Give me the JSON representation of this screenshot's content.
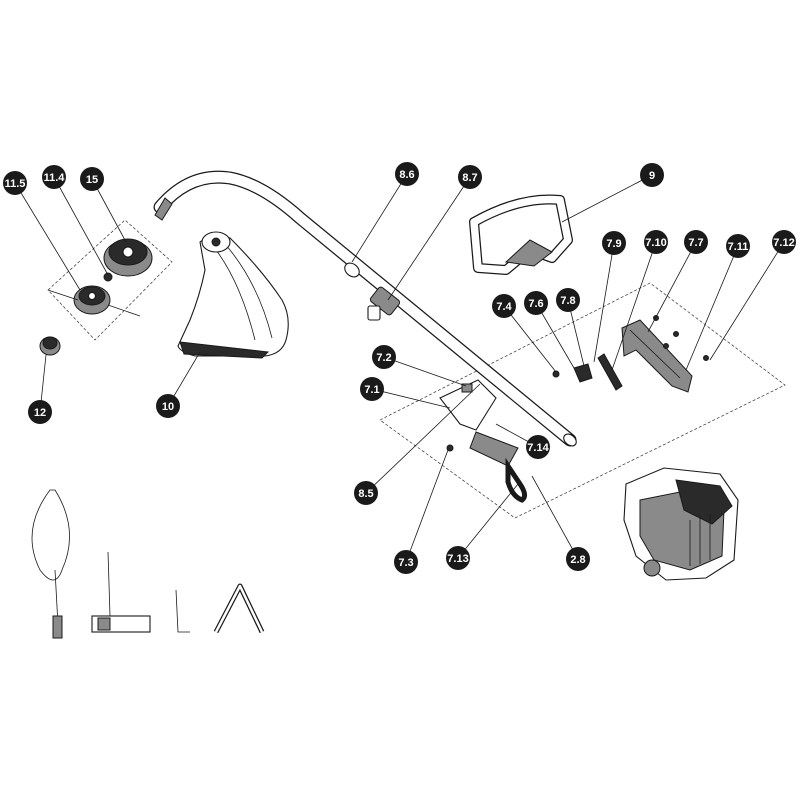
{
  "callouts": [
    {
      "id": "c-11-5",
      "label": "11.5"
    },
    {
      "id": "c-11-4",
      "label": "11.4"
    },
    {
      "id": "c-15",
      "label": "15"
    },
    {
      "id": "c-12",
      "label": "12"
    },
    {
      "id": "c-10",
      "label": "10"
    },
    {
      "id": "c-8-6",
      "label": "8.6"
    },
    {
      "id": "c-8-7",
      "label": "8.7"
    },
    {
      "id": "c-9",
      "label": "9"
    },
    {
      "id": "c-7-9",
      "label": "7.9"
    },
    {
      "id": "c-7-10",
      "label": "7.10"
    },
    {
      "id": "c-7-7",
      "label": "7.7"
    },
    {
      "id": "c-7-11",
      "label": "7.11"
    },
    {
      "id": "c-7-12",
      "label": "7.12"
    },
    {
      "id": "c-7-4",
      "label": "7.4"
    },
    {
      "id": "c-7-6",
      "label": "7.6"
    },
    {
      "id": "c-7-8",
      "label": "7.8"
    },
    {
      "id": "c-7-2",
      "label": "7.2"
    },
    {
      "id": "c-7-1",
      "label": "7.1"
    },
    {
      "id": "c-7-14",
      "label": "7.14"
    },
    {
      "id": "c-8-5",
      "label": "8.5"
    },
    {
      "id": "c-7-3",
      "label": "7.3"
    },
    {
      "id": "c-7-13",
      "label": "7.13"
    },
    {
      "id": "c-2-8",
      "label": "2.8"
    }
  ]
}
